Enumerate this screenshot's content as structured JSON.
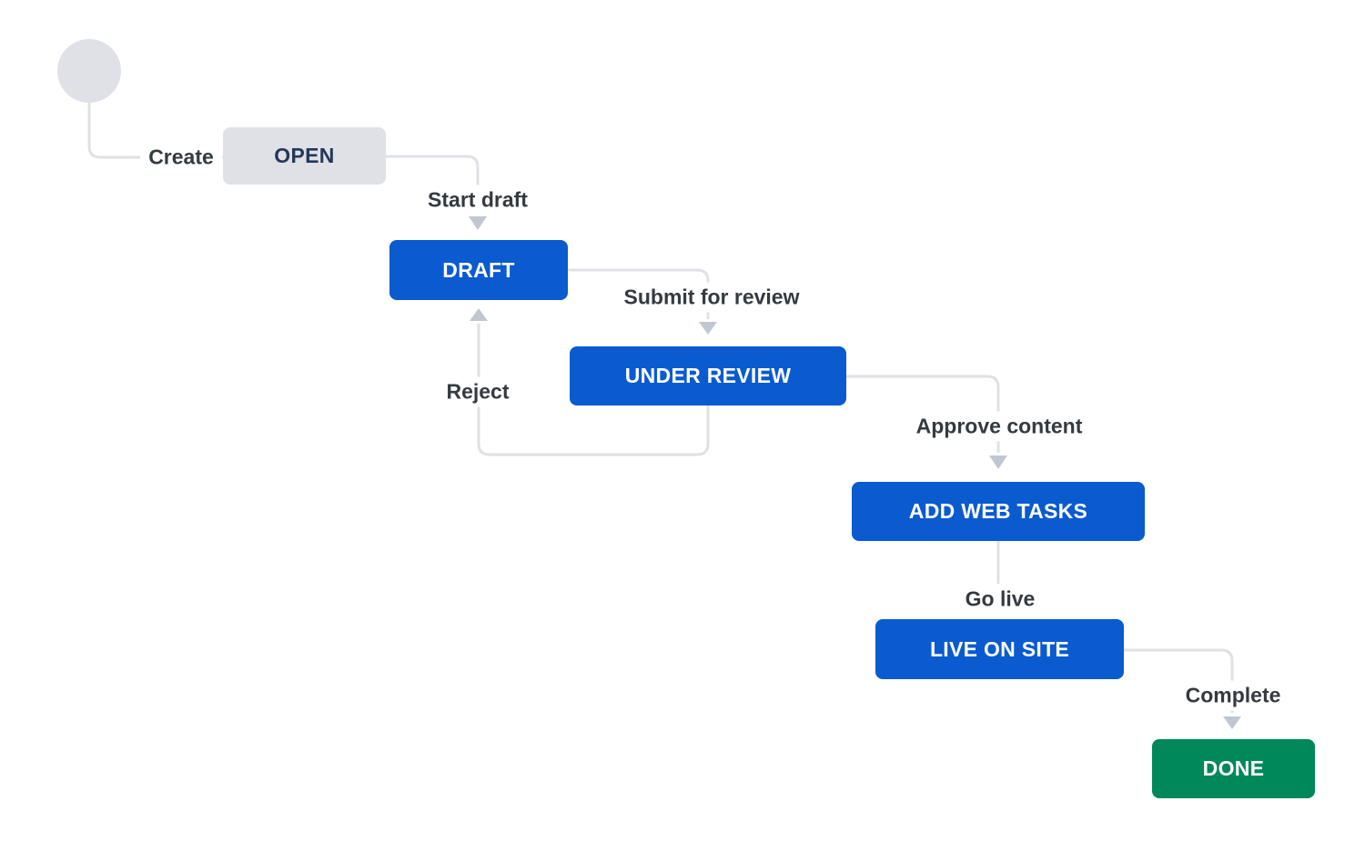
{
  "diagram_type": "workflow-state-diagram",
  "colors": {
    "node_blue": "#0A5AD0",
    "node_green": "#00875A",
    "node_gray": "#DFE1E6",
    "gray_node_text": "#253858",
    "node_text": "#FFFFFF",
    "connector_line": "#DFE1E6",
    "arrowhead": "#C1C7D0",
    "transition_label_text": "#343A40",
    "background": "#FFFFFF"
  },
  "nodes": {
    "start": {
      "label": "",
      "kind": "start-circle",
      "color": "#DFE1E6"
    },
    "open": {
      "label": "OPEN",
      "status_category": "gray"
    },
    "draft": {
      "label": "DRAFT",
      "status_category": "blue"
    },
    "under_review": {
      "label": "UNDER REVIEW",
      "status_category": "blue"
    },
    "add_web_tasks": {
      "label": "ADD WEB TASKS",
      "status_category": "blue"
    },
    "live_on_site": {
      "label": "LIVE ON SITE",
      "status_category": "blue"
    },
    "done": {
      "label": "DONE",
      "status_category": "green"
    }
  },
  "transitions": {
    "create": {
      "label": "Create",
      "from": "start",
      "to": "open"
    },
    "start_draft": {
      "label": "Start draft",
      "from": "open",
      "to": "draft"
    },
    "submit_for_review": {
      "label": "Submit for review",
      "from": "draft",
      "to": "under_review"
    },
    "reject": {
      "label": "Reject",
      "from": "under_review",
      "to": "draft"
    },
    "approve_content": {
      "label": "Approve content",
      "from": "under_review",
      "to": "add_web_tasks"
    },
    "go_live": {
      "label": "Go live",
      "from": "add_web_tasks",
      "to": "live_on_site"
    },
    "complete": {
      "label": "Complete",
      "from": "live_on_site",
      "to": "done"
    }
  }
}
